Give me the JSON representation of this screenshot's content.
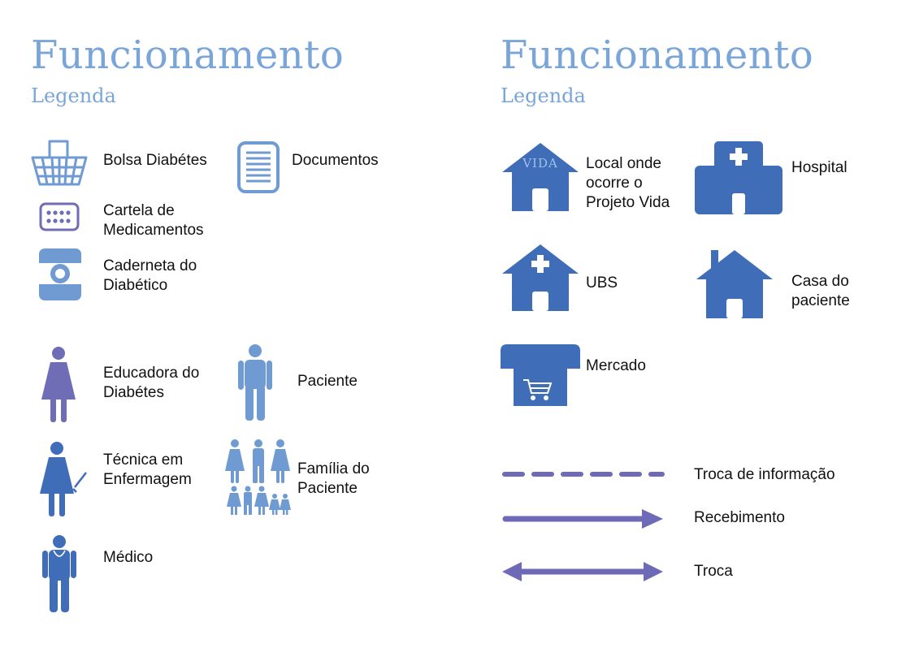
{
  "left": {
    "title": "Funcionamento",
    "subtitle": "Legenda",
    "items": {
      "bolsa": "Bolsa Diabétes",
      "documentos": "Documentos",
      "cartela": "Cartela de\nMedicamentos",
      "caderneta": "Caderneta do\nDiabético",
      "educadora": "Educadora do\nDiabétes",
      "paciente": "Paciente",
      "tecnica": "Técnica em\nEnfermagem",
      "familia": "Família do\nPaciente",
      "medico": "Médico"
    }
  },
  "right": {
    "title": "Funcionamento",
    "subtitle": "Legenda",
    "items": {
      "local": "Local onde\nocorre o\nProjeto Vida",
      "local_sign": "VIDA",
      "hospital": "Hospital",
      "ubs": "UBS",
      "casa": "Casa do\npaciente",
      "mercado": "Mercado"
    },
    "lines": {
      "troca_info": "Troca de informação",
      "recebimento": "Recebimento",
      "troca": "Troca"
    }
  },
  "colors": {
    "title": "#7aa5d8",
    "icon_light": "#6f9bd2",
    "icon_dark": "#3f6db8",
    "icon_purple": "#6f6db6",
    "arrow": "#6e6ab8"
  }
}
